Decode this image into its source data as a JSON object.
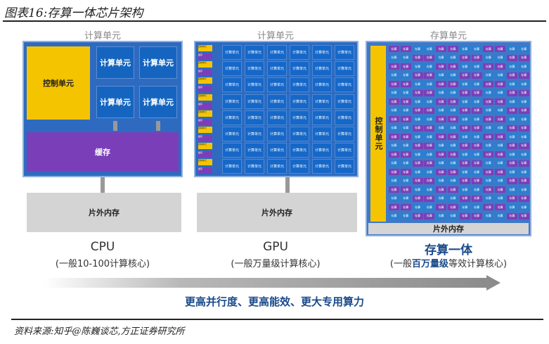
{
  "title": "图表16:存算一体芯片架构",
  "cpu": {
    "panel_label": "计算单元",
    "control": "控制单元",
    "compute": [
      "计算单元",
      "计算单元",
      "计算单元",
      "计算单元"
    ],
    "cache": "缓存",
    "offchip": "片外内存",
    "name": "CPU",
    "desc": "(一般10-100计算核心)"
  },
  "gpu": {
    "panel_label": "计算单元",
    "row_control": "控制单元",
    "row_cache": "缓存",
    "unit": "计算单元",
    "rows": 8,
    "cols": 6,
    "offchip": "片外内存",
    "name": "GPU",
    "desc": "(一般万量级计算核心)"
  },
  "pim": {
    "panel_label": "存算单元",
    "control": "控制单元",
    "unit": "存算",
    "rows": 20,
    "cols": 12,
    "offchip": "片外内存",
    "name": "存算一体",
    "desc_prefix": "(一般",
    "desc_highlight": "百万量级",
    "desc_suffix": "等效计算核心)"
  },
  "slogan": "更高并行度、更高能效、更大专用算力",
  "source": "资料来源:知乎@陈巍谈芯,方正证券研究所",
  "colors": {
    "blue": "#2e6bc0",
    "yellow": "#f5c400",
    "purple": "#7a3fb8",
    "gray": "#d4d4d4",
    "highlight": "#1a4a8a"
  }
}
